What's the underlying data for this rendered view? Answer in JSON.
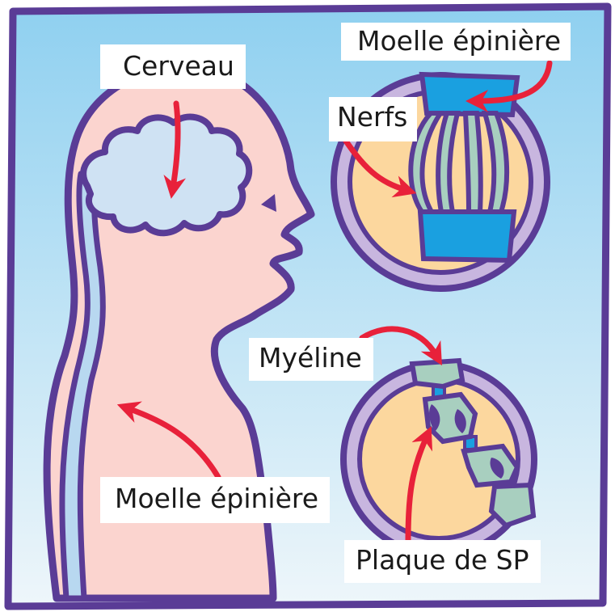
{
  "labels": {
    "cerveau": "Cerveau",
    "moelle_epiniere_top": "Moelle épinière",
    "nerfs": "Nerfs",
    "myeline": "Myéline",
    "moelle_epiniere_bottom": "Moelle épinière",
    "plaque_sp": "Plaque de SP"
  },
  "colors": {
    "sky_top": "#8fd0f0",
    "sky_bottom": "#eef6fa",
    "outline": "#5a3c96",
    "skin": "#fbd4cf",
    "brain": "#cfe2f3",
    "spine_band": "#b8d8f0",
    "circle_fill": "#fcd79e",
    "circle_ring": "#c8b6df",
    "cord_blue": "#1aa0e0",
    "nerve_green": "#a8cfbf",
    "plaque_purple": "#5a3c96",
    "arrow_red": "#e8213a"
  },
  "icons": [
    "arrow-icon"
  ]
}
